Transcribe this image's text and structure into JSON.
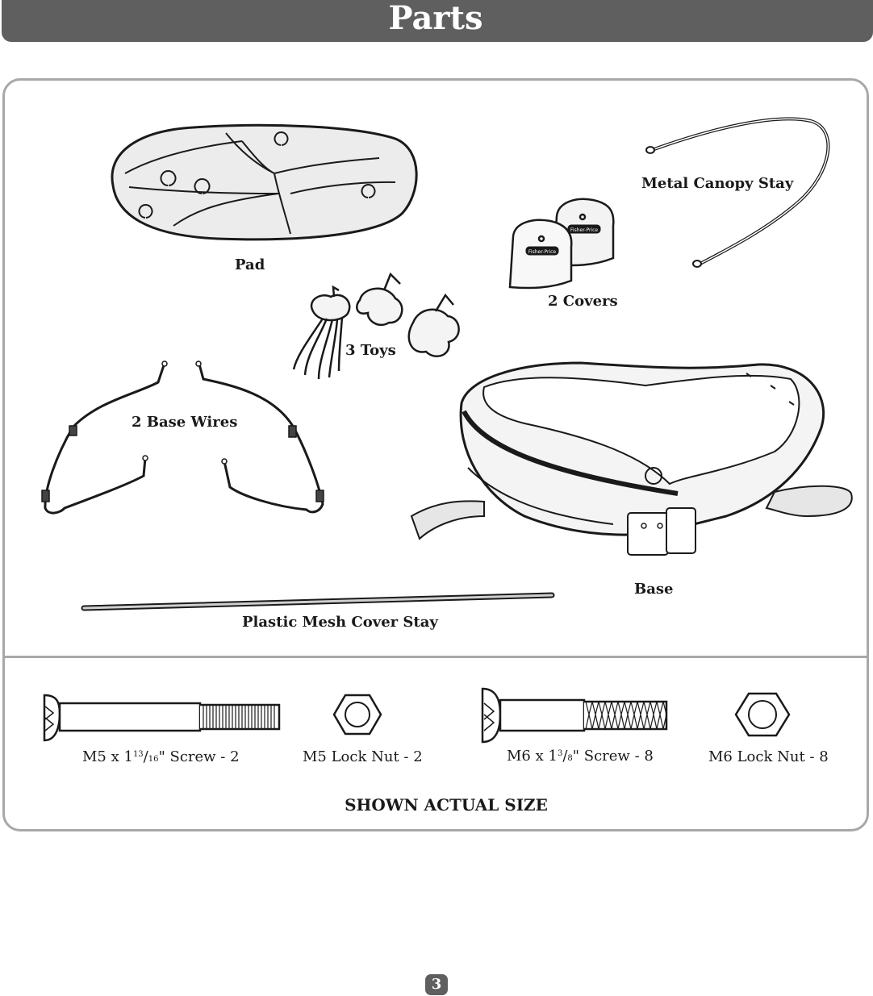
{
  "header": {
    "title": "Parts"
  },
  "parts": {
    "pad": "Pad",
    "metal_canopy_stay": "Metal Canopy Stay",
    "covers": "2 Covers",
    "toys": "3 Toys",
    "base_wires": "2 Base Wires",
    "base": "Base",
    "plastic_mesh_cover_stay": "Plastic Mesh Cover Stay",
    "cover_logo": "Fisher-Price"
  },
  "hardware": {
    "m5_screw": {
      "prefix": "M5 x 1",
      "num": "13",
      "den": "16",
      "suffix": "\" Screw - 2"
    },
    "m5_nut": "M5 Lock Nut - 2",
    "m6_screw": {
      "prefix": "M6 x 1",
      "num": "3",
      "den": "8",
      "suffix": "\" Screw - 8"
    },
    "m6_nut": "M6 Lock Nut - 8"
  },
  "note": "SHOWN ACTUAL SIZE",
  "page_number": "3",
  "colors": {
    "header_bg": "#5f5f5f",
    "border": "#a8a8a8",
    "line": "#1a1a1a"
  }
}
